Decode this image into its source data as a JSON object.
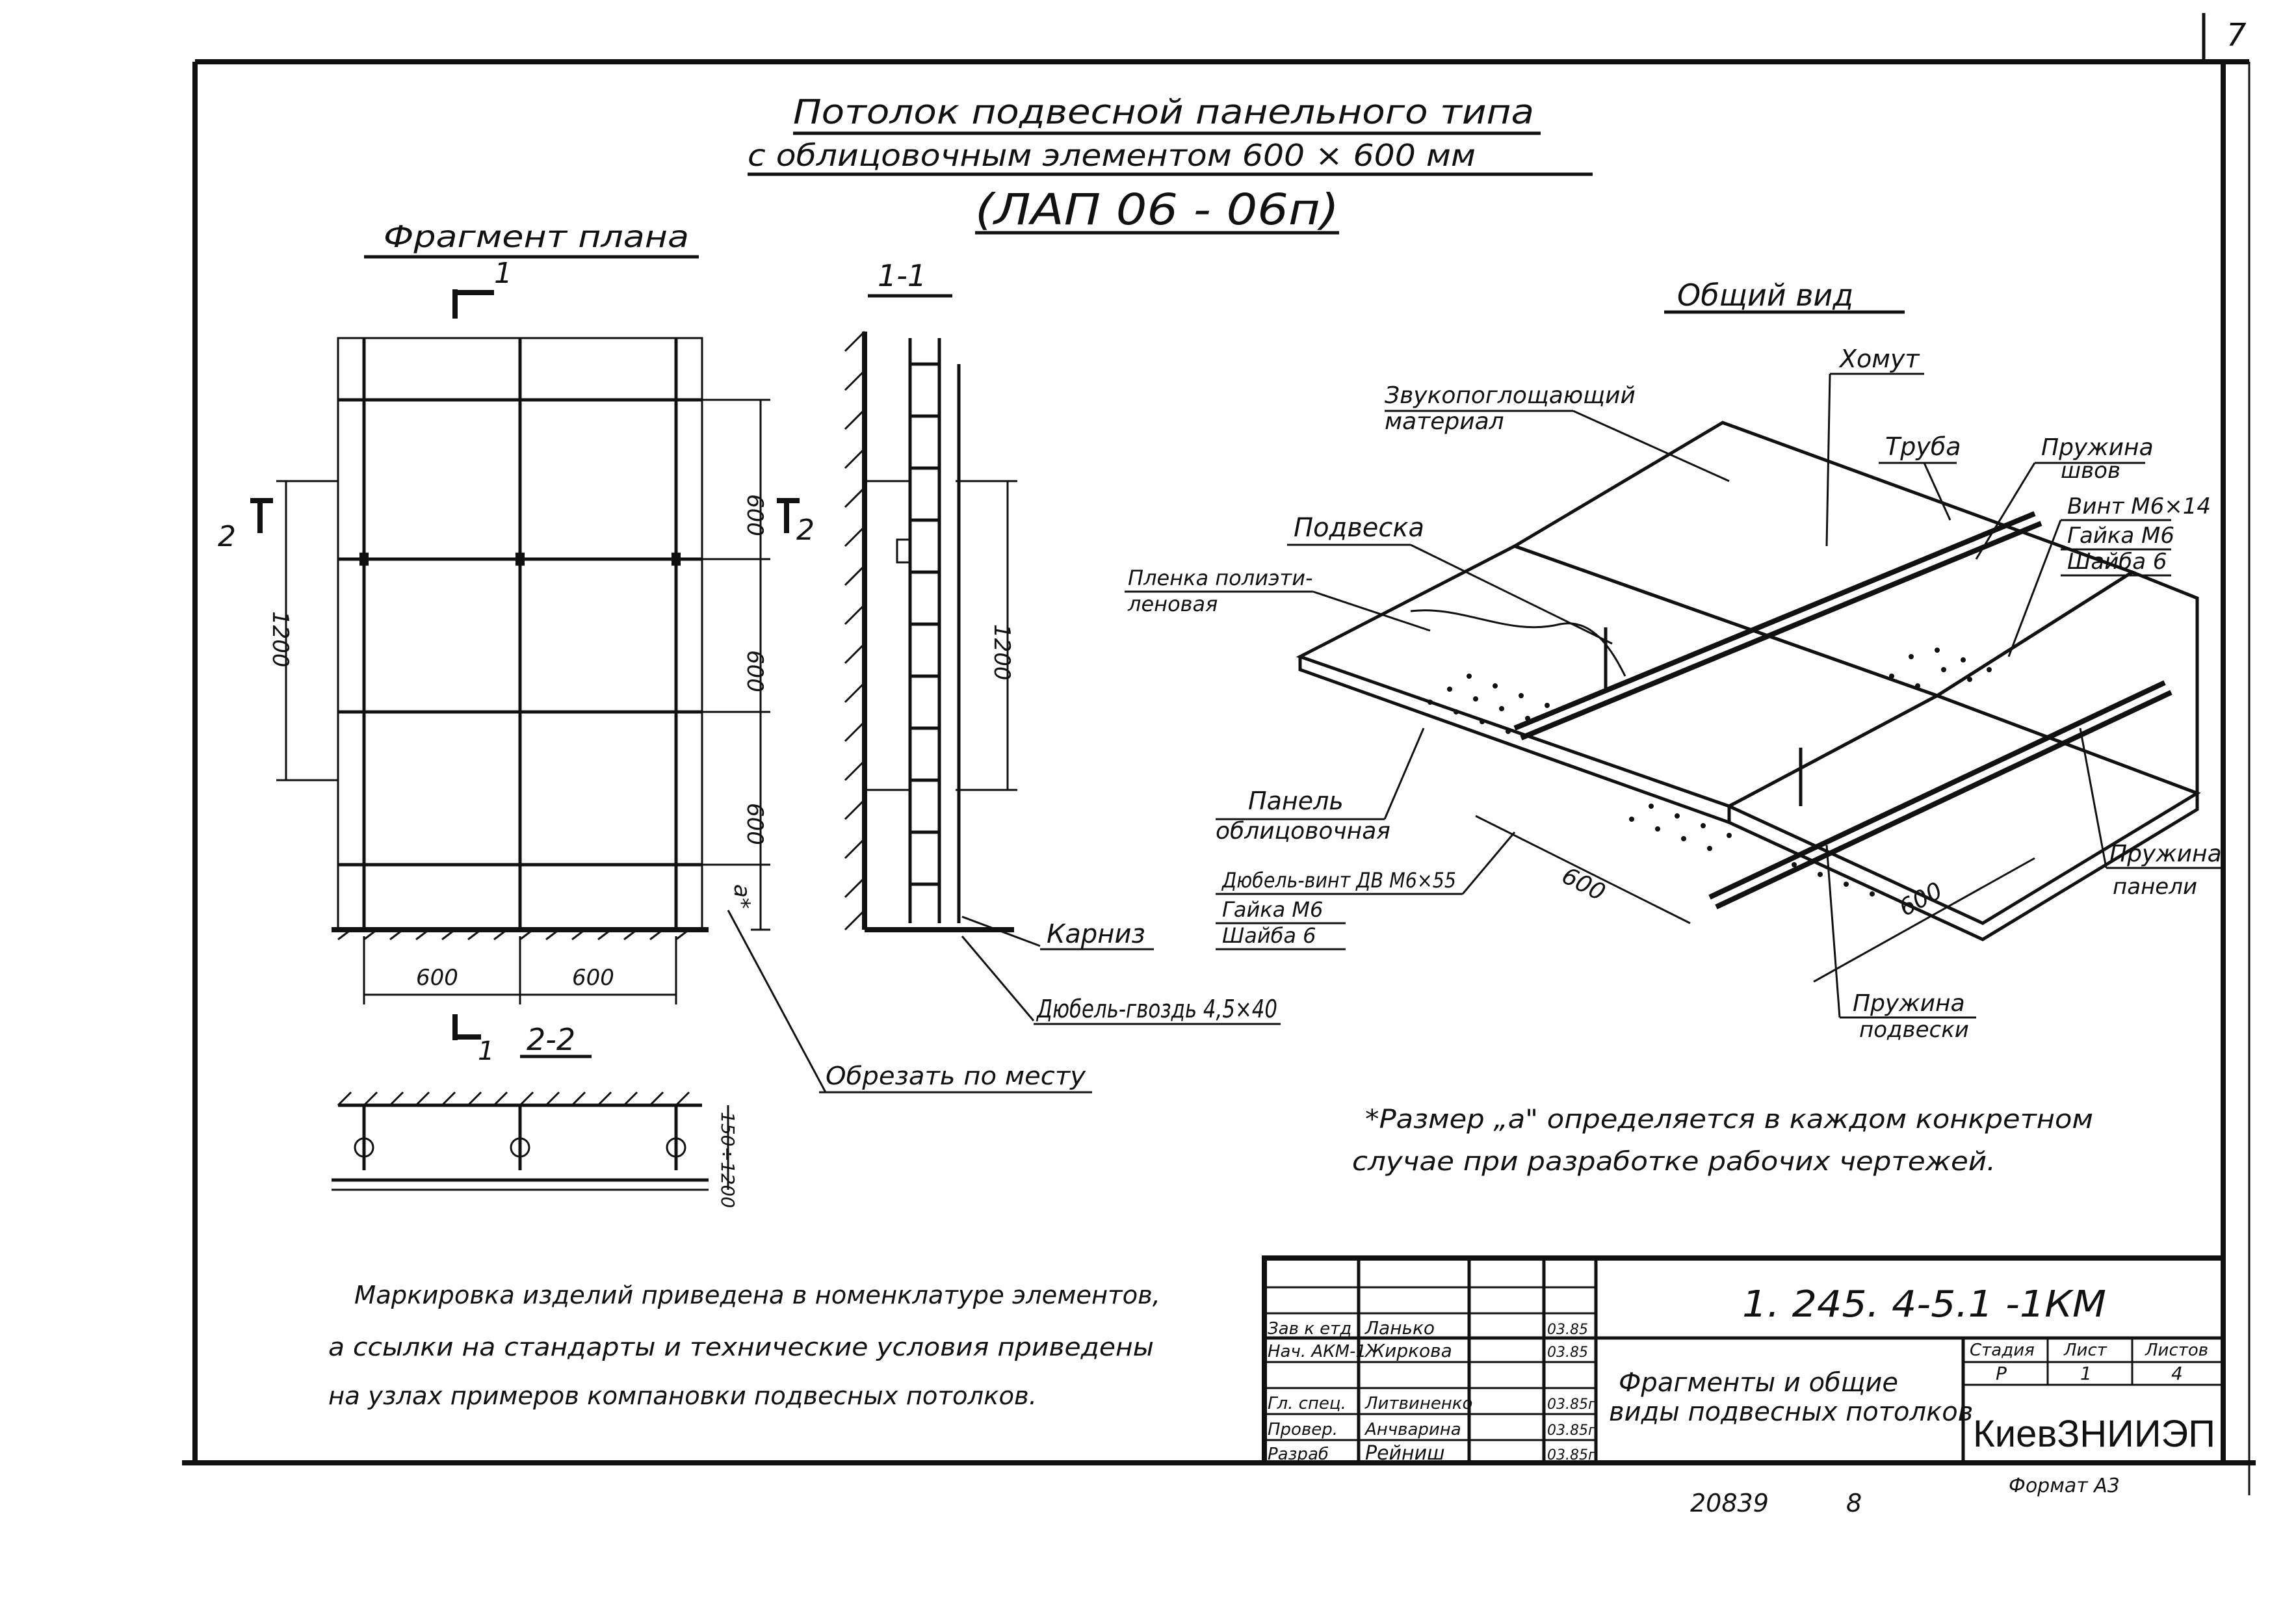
{
  "page_number": "7",
  "title": {
    "line1": "Потолок подвесной панельного типа",
    "line2": "с облицовочным элементом 600 × 600 мм",
    "line3": "(ЛАП 06 - 06п)"
  },
  "plan": {
    "heading": "Фрагмент плана",
    "section_mark_1": "1",
    "section_mark_2": "2",
    "section_mark_1_bottom": "1",
    "dims_right": [
      "600",
      "600",
      "600",
      "a*"
    ],
    "dim_left": "1200",
    "dims_bottom": [
      "600",
      "600"
    ],
    "cut_note": "Обрезать по месту"
  },
  "section_1_1": {
    "heading": "1-1",
    "dim": "1200",
    "callout_cornice": "Карниз",
    "callout_dowel": "Дюбель-гвоздь 4,5×40"
  },
  "section_2_2": {
    "heading": "2-2",
    "dim": "150÷1200"
  },
  "general_view": {
    "heading": "Общий вид",
    "labels": {
      "sound_material_1": "Звукопоглощающий",
      "sound_material_2": "материал",
      "clamp": "Хомут",
      "pipe": "Труба",
      "seam_spring_1": "Пружина",
      "seam_spring_2": "швов",
      "screw": "Винт М6×14",
      "nut": "Гайка М6",
      "washer": "Шайба 6",
      "hanger": "Подвеска",
      "film_1": "Пленка полиэти-",
      "film_2": "леновая",
      "panel_1": "Панель",
      "panel_2": "облицовочная",
      "dowel_screw": "Дюбель-винт ДВ М6×55",
      "nut_2": "Гайка М6",
      "washer_2": "Шайба 6",
      "panel_spring_1": "Пружина",
      "panel_spring_2": "панели",
      "hanger_spring_1": "Пружина",
      "hanger_spring_2": "подвески",
      "dim_a": "600",
      "dim_b": "600"
    }
  },
  "note_size": {
    "line1": "*Размер „а\" определяется в каждом конкретном",
    "line2": "случае при разработке рабочих чертежей."
  },
  "note_marking": {
    "line1": "Маркировка изделий приведена в номенклатуре элементов,",
    "line2": "а ссылки на стандарты и технические условия приведены",
    "line3": "на узлах примеров компановки подвесных потолков."
  },
  "title_block": {
    "code": "1. 245. 4-5.1 -1КМ",
    "rows": [
      {
        "role": "Зав к етд",
        "name": "Ланько",
        "sign": "",
        "date": "03.85"
      },
      {
        "role": "Нач. АКМ-1",
        "name": "Жиркова",
        "sign": "",
        "date": "03.85"
      },
      {
        "role": "",
        "name": "",
        "sign": "",
        "date": ""
      },
      {
        "role": "Гл. спец.",
        "name": "Литвиненко",
        "sign": "",
        "date": "03.85г"
      },
      {
        "role": "Провер.",
        "name": "Анчварина",
        "sign": "",
        "date": "03.85г"
      },
      {
        "role": "Разраб",
        "name": "Рейниш",
        "sign": "",
        "date": "03.85г"
      }
    ],
    "doc_title_1": "Фрагменты и общие",
    "doc_title_2": "виды подвесных потолков",
    "stage_label": "Стадия",
    "sheet_label": "Лист",
    "sheets_label": "Листов",
    "stage": "Р",
    "sheet": "1",
    "sheets": "4",
    "org": "КиевЗНИИЭП",
    "format": "Формат А3",
    "inv_number": "20839",
    "inv_extra": "8"
  }
}
